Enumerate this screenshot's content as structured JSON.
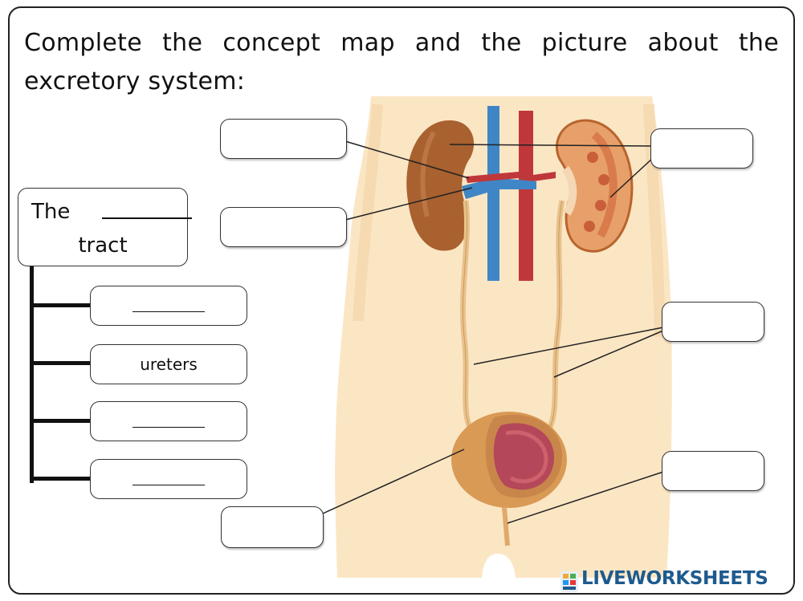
{
  "instructions": "Complete the concept map and the picture about the excretory system:",
  "concept_map": {
    "main_prefix": "The",
    "main_suffix": "tract",
    "items": [
      {
        "blank": true,
        "text": ""
      },
      {
        "blank": false,
        "text": "ureters"
      },
      {
        "blank": true,
        "text": ""
      },
      {
        "blank": true,
        "text": ""
      }
    ]
  },
  "watermark": "LIVEWORKSHEETS",
  "colors": {
    "skin": "#fbe6c4",
    "kidney": "#a8612f",
    "vein": "#3f86c6",
    "artery": "#c0373a",
    "ureter": "#e9c28c",
    "bladder": "#d99a55",
    "brand": "#1e5a8e"
  }
}
